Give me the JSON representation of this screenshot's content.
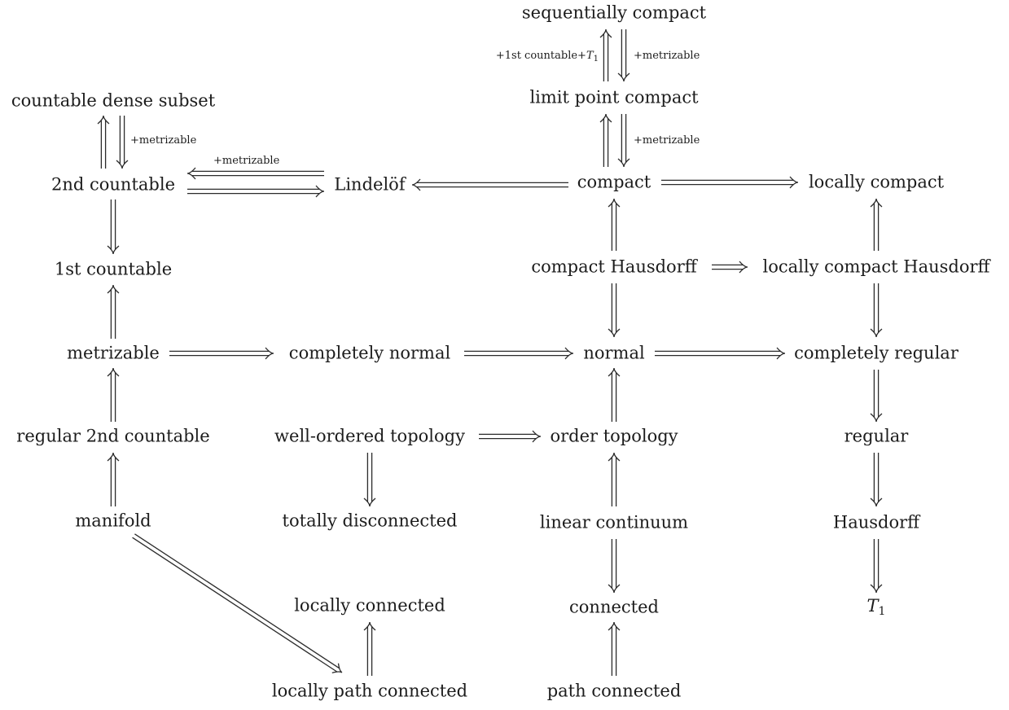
{
  "nodes": {
    "sequentially_compact": "sequentially compact",
    "limit_point_compact": "limit point compact",
    "countable_dense_subset": "countable dense subset",
    "second_countable": "2nd countable",
    "lindelof": "Lindelöf",
    "compact": "compact",
    "locally_compact": "locally compact",
    "first_countable": "1st countable",
    "compact_hausdorff": "compact Hausdorff",
    "locally_compact_hausdorff": "locally compact Hausdorff",
    "metrizable": "metrizable",
    "completely_normal": "completely normal",
    "normal": "normal",
    "completely_regular": "completely regular",
    "regular_second_countable": "regular 2nd countable",
    "well_ordered_topology": "well-ordered topology",
    "order_topology": "order topology",
    "regular": "regular",
    "manifold": "manifold",
    "totally_disconnected": "totally disconnected",
    "linear_continuum": "linear continuum",
    "hausdorff": "Hausdorff",
    "locally_connected": "locally connected",
    "connected": "connected",
    "t1_letter": "T",
    "t1_sub": "1",
    "locally_path_connected": "locally path connected",
    "path_connected": "path connected"
  },
  "conditions": {
    "seq_to_lpc": "+metrizable",
    "lpc_to_seq_prefix": "+1st countable+",
    "lpc_to_seq_letter": "T",
    "lpc_to_seq_sub": "1",
    "compact_to_lpc": "+metrizable",
    "cds_to_2nd": "+metrizable",
    "lindelof_to_2nd": "+metrizable"
  }
}
